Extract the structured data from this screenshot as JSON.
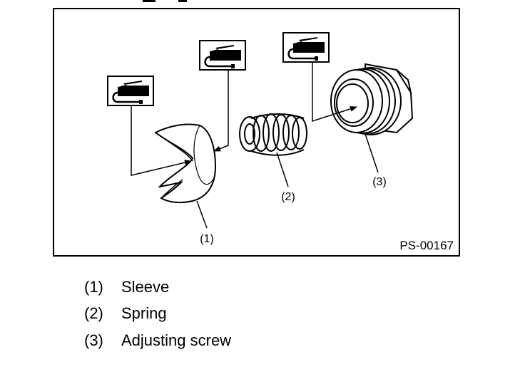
{
  "figure": {
    "figure_id": "PS-00167",
    "callouts": [
      "(1)",
      "(2)",
      "(3)"
    ],
    "lubricant_symbol": "grease-gun-icon"
  },
  "legend": [
    {
      "number": "(1)",
      "label": "Sleeve"
    },
    {
      "number": "(2)",
      "label": "Spring"
    },
    {
      "number": "(3)",
      "label": "Adjusting screw"
    }
  ]
}
